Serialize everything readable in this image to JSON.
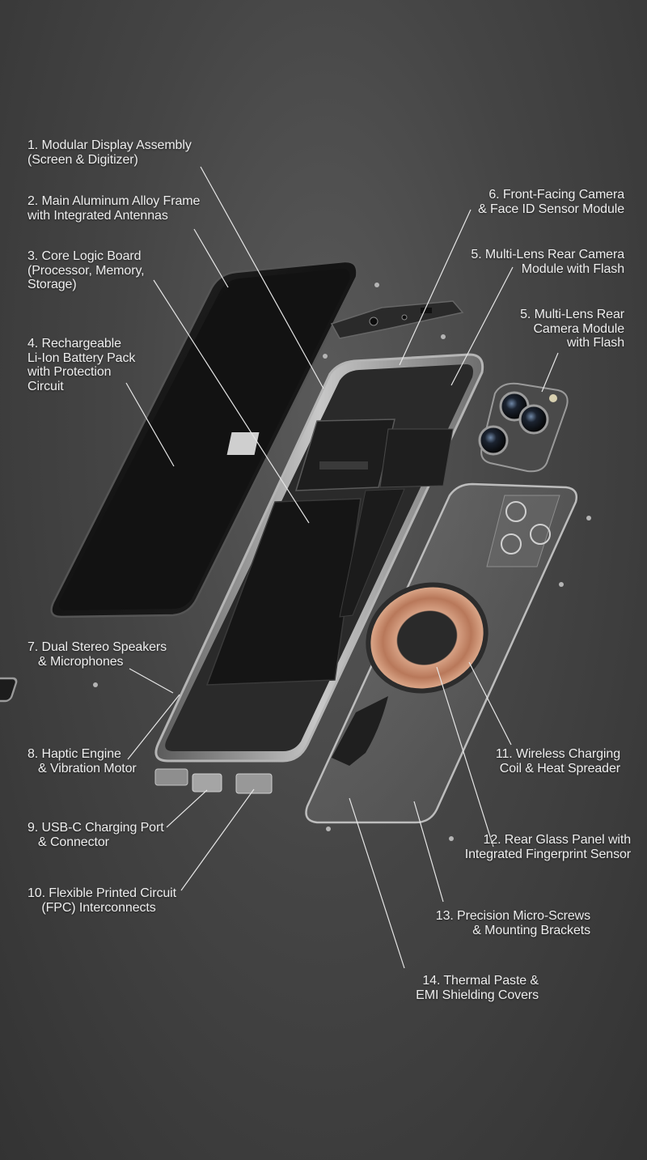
{
  "diagram": {
    "title": "",
    "callouts": [
      {
        "id": "c1",
        "text": "1. Modular Display Assembly\n(Screen & Digitizer)"
      },
      {
        "id": "c2",
        "text": "2. Main Aluminum Alloy Frame\nwith Integrated Antennas"
      },
      {
        "id": "c3",
        "text": "3. Core Logic Board\n(Processor, Memory,\nStorage)"
      },
      {
        "id": "c4",
        "text": "4. Rechargeable\nLi-Ion Battery Pack\nwith Protection\nCircuit"
      },
      {
        "id": "c6",
        "text": "6. Front-Facing Camera\n& Face ID Sensor Module"
      },
      {
        "id": "c5a",
        "text": "5. Multi-Lens Rear Camera\nModule with Flash"
      },
      {
        "id": "c5b",
        "text": "5. Multi-Lens Rear\nCamera Module\nwith Flash"
      },
      {
        "id": "c7",
        "text": "7. Dual Stereo Speakers\n   & Microphones"
      },
      {
        "id": "c8",
        "text": "8. Haptic Engine\n   & Vibration Motor"
      },
      {
        "id": "c9",
        "text": "9. USB-C Charging Port\n   & Connector"
      },
      {
        "id": "c10",
        "text": "10. Flexible Printed Circuit\n    (FPC) Interconnects"
      },
      {
        "id": "c11",
        "text": "11. Wireless Charging\nCoil & Heat Spreader"
      },
      {
        "id": "c12",
        "text": "12. Rear Glass Panel with\nIntegrated Fingerprint Sensor"
      },
      {
        "id": "c13",
        "text": "13. Precision Micro-Screws\n& Mounting Brackets"
      },
      {
        "id": "c14",
        "text": "14. Thermal Paste &\n   EMI Shielding Covers"
      }
    ]
  },
  "colors": {
    "background": "#454545",
    "label_text": "#eeeeee",
    "leader_line": "#e6e6e6",
    "frame_metal": "#9a9a9a",
    "display_glass": "#1c1c1c",
    "copper_coil": "#c98a68"
  }
}
